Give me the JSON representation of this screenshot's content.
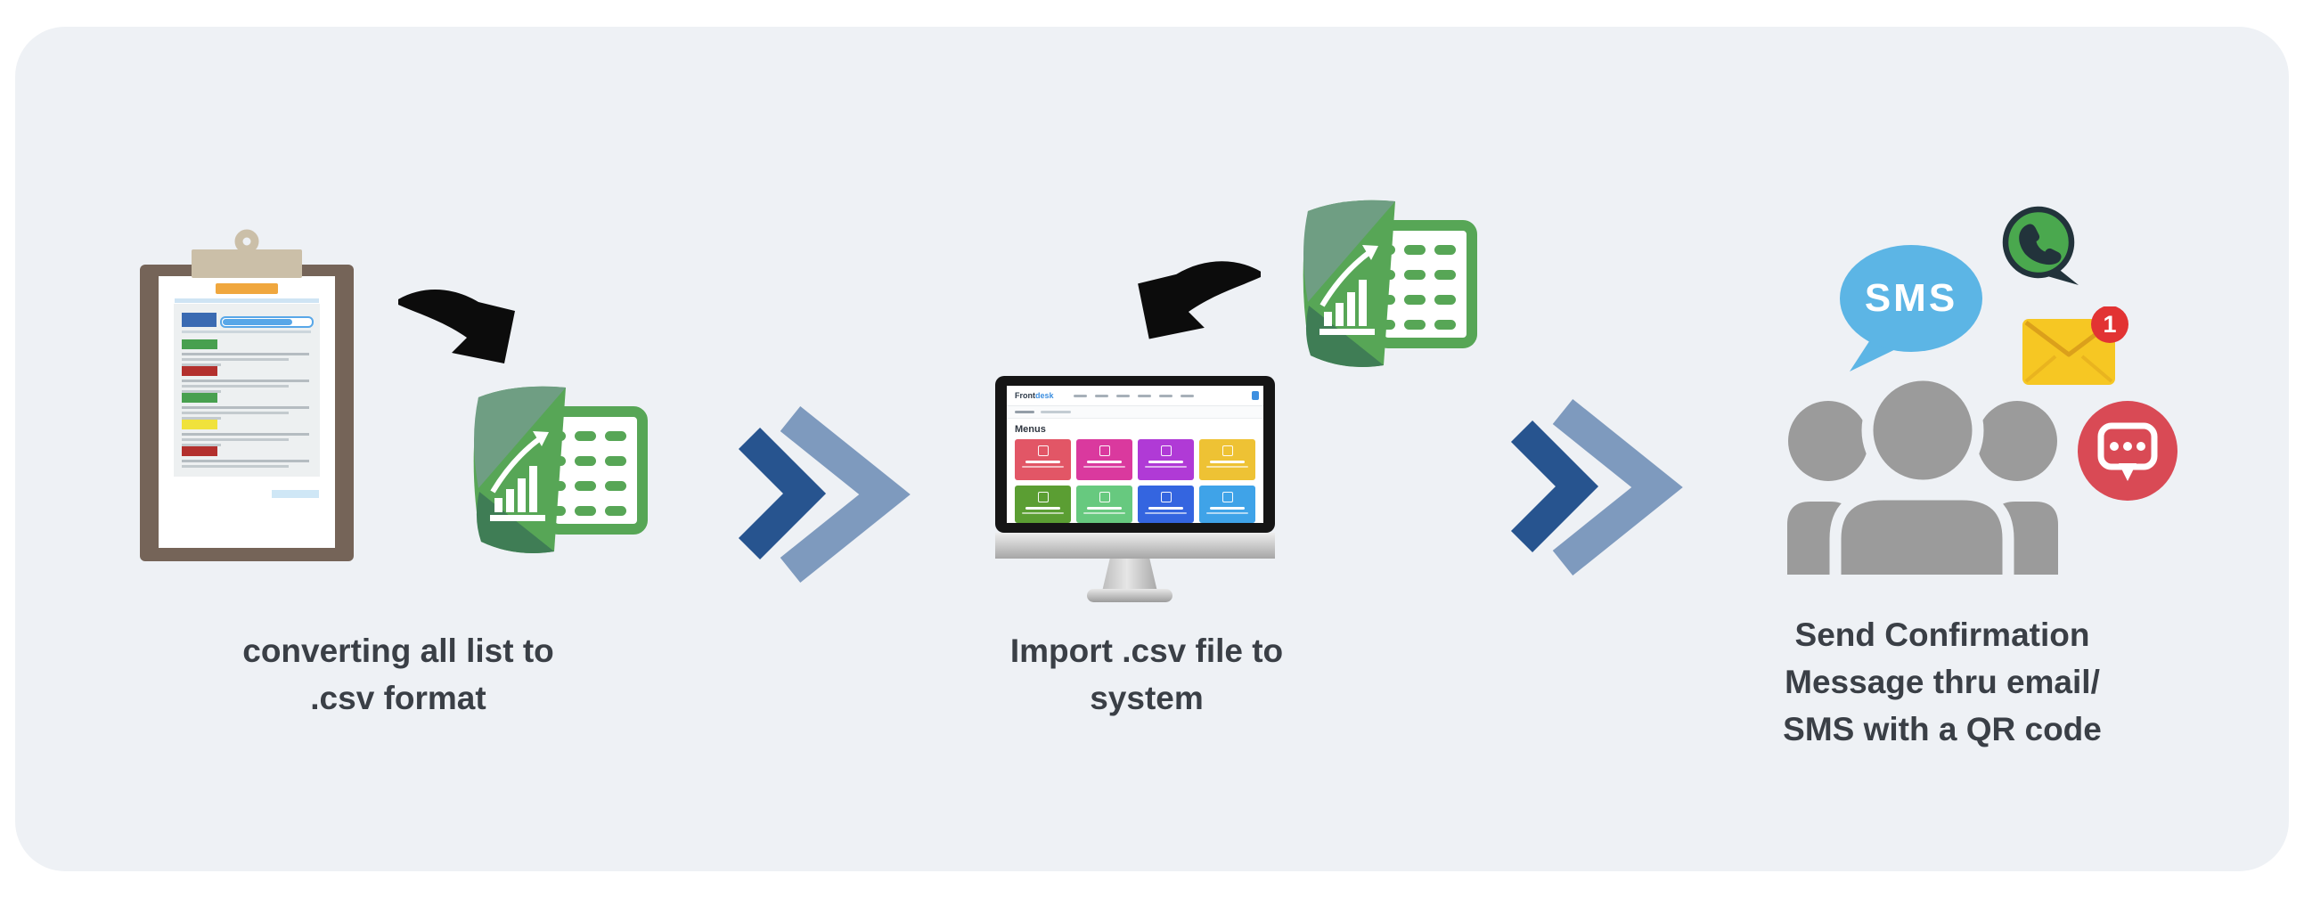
{
  "colors": {
    "panel_bg": "#eef1f5",
    "text": "#3a3f46",
    "chevron_dark": "#27548f",
    "chevron_light": "#7e9abe",
    "excel_green": "#57a656",
    "excel_green_dark": "#3f7d55",
    "excel_green_gray": "#6f9e83",
    "arrow_black": "#0c0c0c",
    "people_gray": "#9b9b9b",
    "sms_blue": "#5cb5e5",
    "whatsapp_green": "#4aa84e",
    "whatsapp_outline": "#22333b",
    "envelope_yellow": "#f6c723",
    "badge_red": "#e23333",
    "chat_red": "#d94a55",
    "clipboard_frame": "#756458",
    "clipboard_clip": "#cbbfa8"
  },
  "steps": [
    {
      "label": "converting all list to\n.csv format"
    },
    {
      "label": "Import .csv file to\nsystem"
    },
    {
      "label": "Send Confirmation\nMessage thru email/\nSMS with a QR code"
    }
  ],
  "monitor_screen": {
    "logo": {
      "front": "Front",
      "desk": "desk"
    },
    "heading": "Menus",
    "tiles": [
      {
        "color": "#e25666"
      },
      {
        "color": "#da399e"
      },
      {
        "color": "#b03ad6"
      },
      {
        "color": "#eec234"
      },
      {
        "color": "#5b9e33"
      },
      {
        "color": "#67c97f"
      },
      {
        "color": "#3465e0"
      },
      {
        "color": "#3fa3e8"
      }
    ]
  },
  "messaging": {
    "sms_label": "SMS",
    "email_badge_count": "1"
  }
}
